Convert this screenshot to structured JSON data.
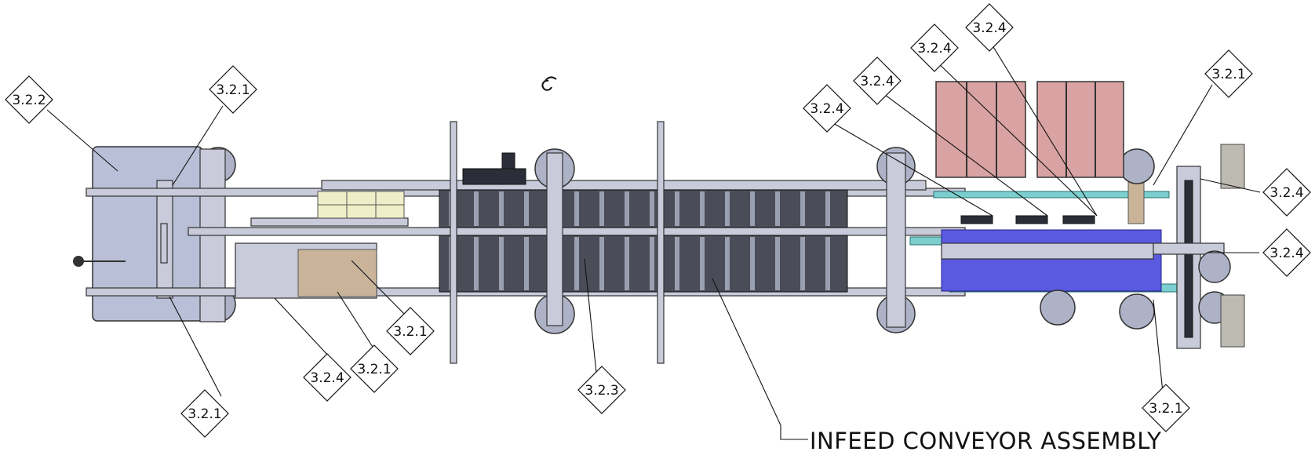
{
  "title": "INFEED CONVEYOR  ASSEMBLY",
  "callouts": [
    {
      "id": "c1",
      "label": "3.2.2"
    },
    {
      "id": "c2",
      "label": "3.2.1"
    },
    {
      "id": "c3",
      "label": "3.2.1"
    },
    {
      "id": "c4",
      "label": "3.2.4"
    },
    {
      "id": "c5",
      "label": "3.2.1"
    },
    {
      "id": "c6",
      "label": "3.2.1"
    },
    {
      "id": "c7",
      "label": "3.2.3"
    },
    {
      "id": "c8",
      "label": "3.2.4"
    },
    {
      "id": "c9",
      "label": "3.2.4"
    },
    {
      "id": "c10",
      "label": "3.2.4"
    },
    {
      "id": "c11",
      "label": "3.2.4"
    },
    {
      "id": "c12",
      "label": "3.2.1"
    },
    {
      "id": "c13",
      "label": "3.2.4"
    },
    {
      "id": "c14",
      "label": "3.2.4"
    },
    {
      "id": "c15",
      "label": "3.2.1"
    }
  ]
}
